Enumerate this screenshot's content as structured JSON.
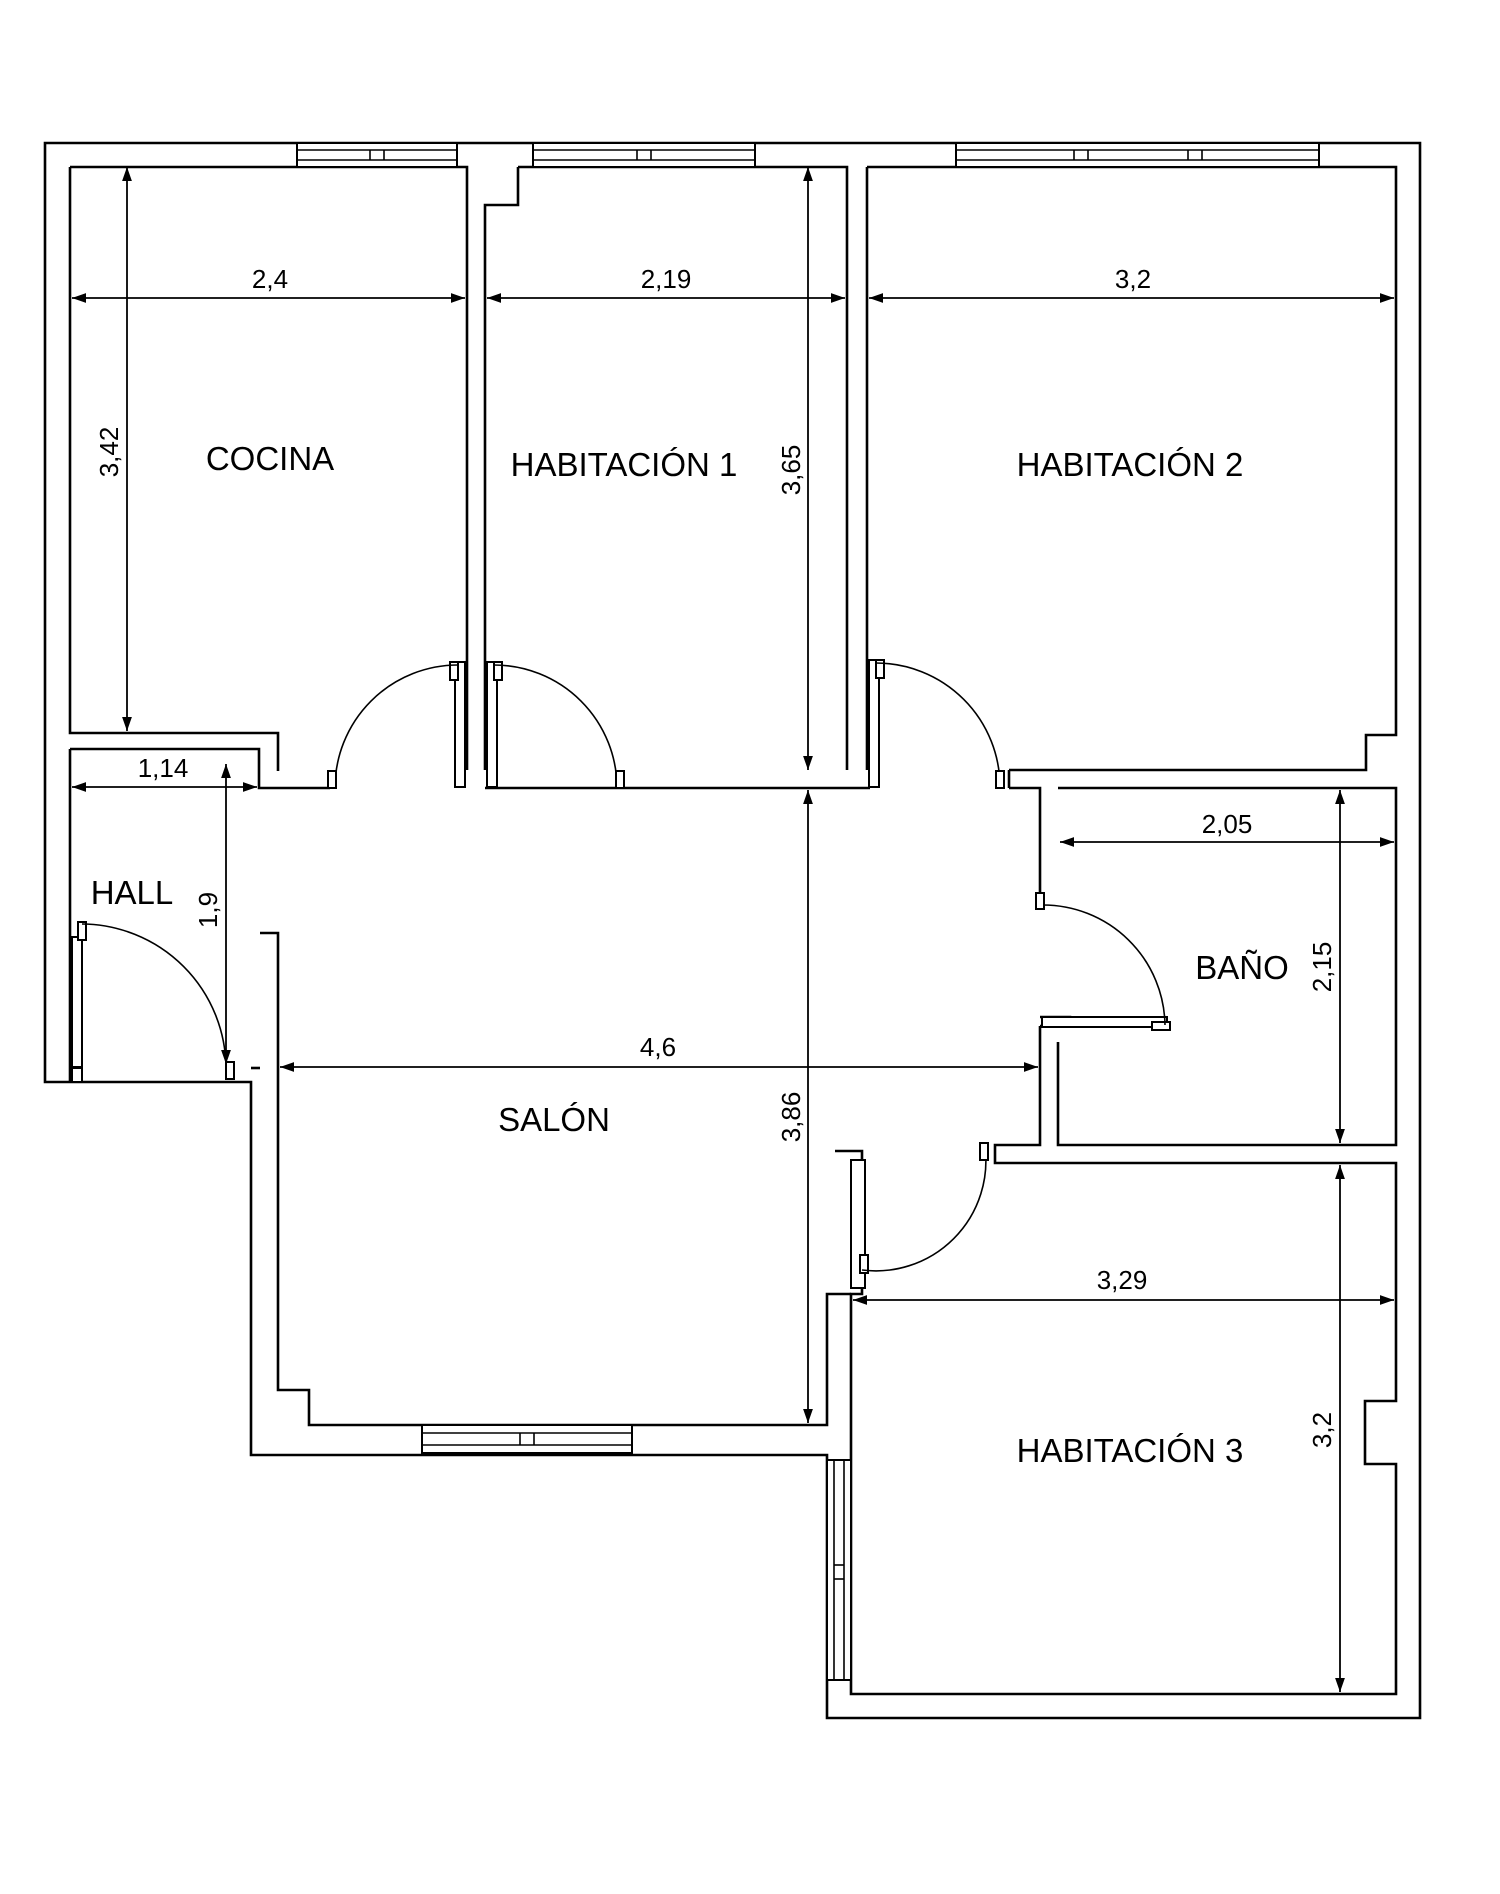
{
  "rooms": {
    "cocina": "COCINA",
    "habitacion_1": "HABITACIÓN 1",
    "habitacion_2": "HABITACIÓN 2",
    "habitacion_3": "HABITACIÓN 3",
    "hall": "HALL",
    "salon": "SALÓN",
    "bano": "BAÑO"
  },
  "dimensions": {
    "cocina_width": "2,4",
    "cocina_length": "3,42",
    "hab1_width": "2,19",
    "hab1_length": "3,65",
    "hab2_width": "3,2",
    "hall_width": "1,14",
    "hall_length": "1,9",
    "salon_width": "4,6",
    "salon_length": "3,86",
    "bano_width": "2,05",
    "bano_length": "2,15",
    "hab3_width": "3,29",
    "hab3_length": "3,2"
  }
}
